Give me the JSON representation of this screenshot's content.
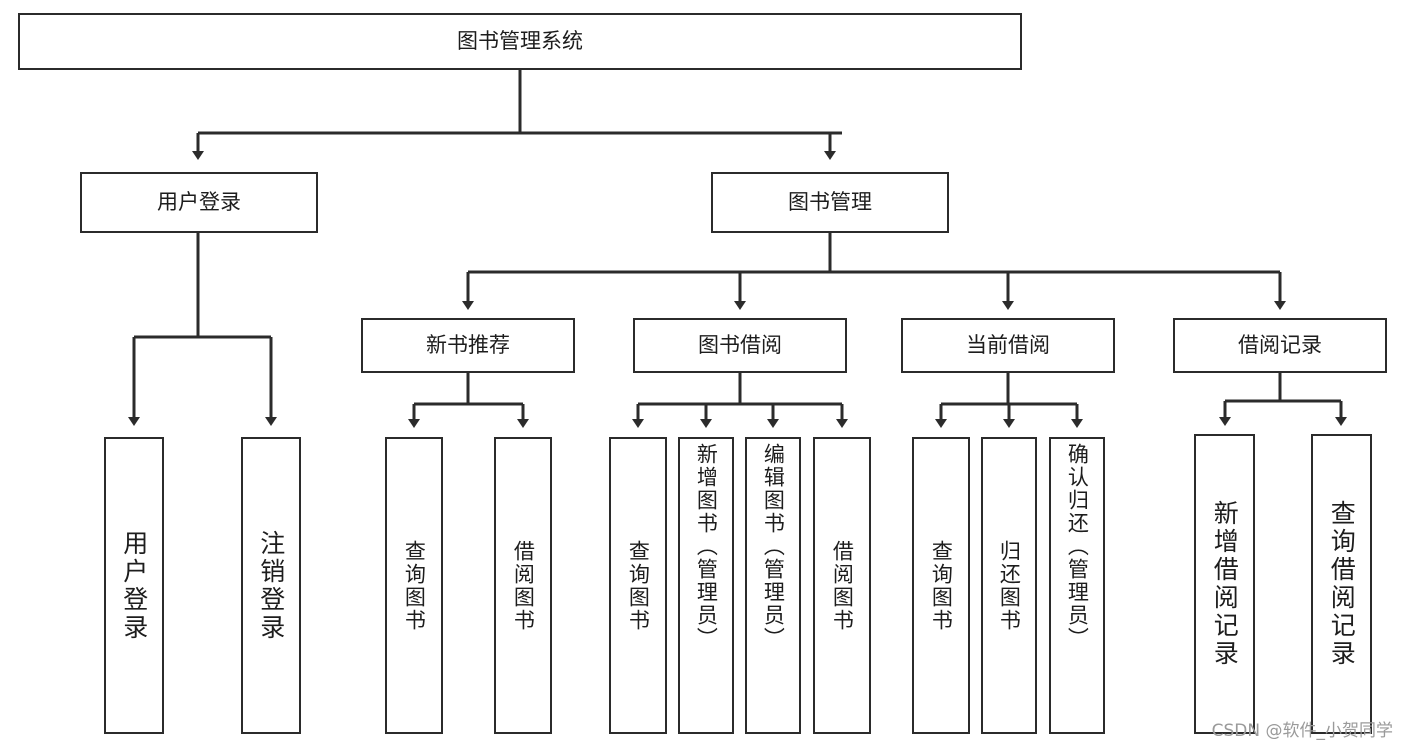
{
  "diagram": {
    "type": "tree-hierarchy-chart",
    "title": "图书管理系统",
    "background_color": "#ffffff",
    "box_border_color": "#2b2b2b",
    "connector_color": "#2b2b2b",
    "text_color": "#1d1d1d"
  },
  "root": {
    "label": "图书管理系统"
  },
  "level1": [
    {
      "label": "用户登录"
    },
    {
      "label": "图书管理"
    }
  ],
  "level2": [
    {
      "label": "新书推荐"
    },
    {
      "label": "图书借阅"
    },
    {
      "label": "当前借阅"
    },
    {
      "label": "借阅记录"
    }
  ],
  "leaves": {
    "user_login": [
      {
        "label": "用户登录"
      },
      {
        "label": "注销登录"
      }
    ],
    "new_book_recommend": [
      {
        "label": "查询图书"
      },
      {
        "label": "借阅图书"
      }
    ],
    "book_borrow": [
      {
        "label": "查询图书"
      },
      {
        "label": "新增图书（管理员）"
      },
      {
        "label": "编辑图书（管理员）"
      },
      {
        "label": "借阅图书"
      }
    ],
    "current_borrow": [
      {
        "label": "查询图书"
      },
      {
        "label": "归还图书"
      },
      {
        "label": "确认归还（管理员）"
      }
    ],
    "borrow_record": [
      {
        "label": "新增借阅记录"
      },
      {
        "label": "查询借阅记录"
      }
    ]
  },
  "watermark": {
    "text": "CSDN @软件_小贺同学"
  }
}
